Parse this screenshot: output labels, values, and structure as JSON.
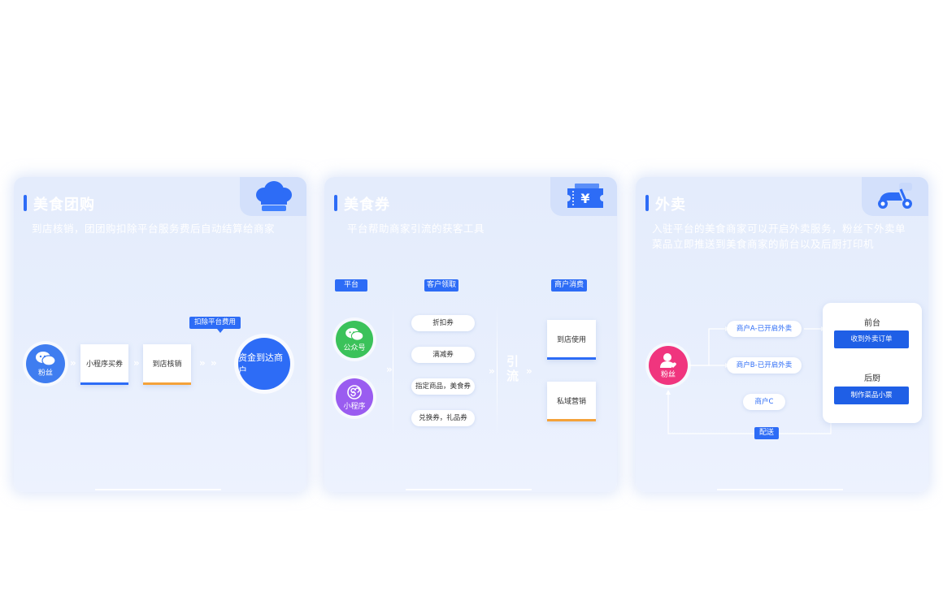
{
  "cards": [
    {
      "title": "美食团购",
      "desc": "到店核销，团团购扣除平台服务费后自动结算给商家",
      "icon": "chef-hat-icon",
      "fan": "粉丝",
      "step1": "小程序买券",
      "step2": "到店核销",
      "fee_tag": "扣除平台费用",
      "result": "资金到达商户"
    },
    {
      "title": "美食券",
      "desc": "平台帮助商家引流的获客工具",
      "icon": "coupon-icon",
      "col_platform": "平台",
      "col_customer": "客户领取",
      "col_merchant": "商户消费",
      "channel1": "公众号",
      "channel2": "小程序",
      "coupons": [
        "折扣券",
        "满减券",
        "指定商品，美食券",
        "兑换券，礼品券"
      ],
      "flow_label": "引流",
      "use1": "到店使用",
      "use2": "私域营销"
    },
    {
      "title": "外卖",
      "desc": "入驻平台的美食商家可以开启外卖服务，粉丝下外卖单菜品立即推送到美食商家的前台以及后厨打印机",
      "icon": "scooter-icon",
      "fan": "粉丝",
      "merchants": [
        "商户A-已开启外卖",
        "商户B-已开启外卖",
        "商户C"
      ],
      "front_title": "前台",
      "front_btn": "收到外卖订单",
      "kitchen_title": "后厨",
      "kitchen_btn": "制作菜品小票",
      "delivery": "配送"
    }
  ],
  "colors": {
    "accent": "#2d6cf6",
    "orange": "#f4a23a",
    "wechat_green": "#3bc25a",
    "miniprogram_purple": "#9a5cf0",
    "fan_pink": "#f0357e"
  }
}
